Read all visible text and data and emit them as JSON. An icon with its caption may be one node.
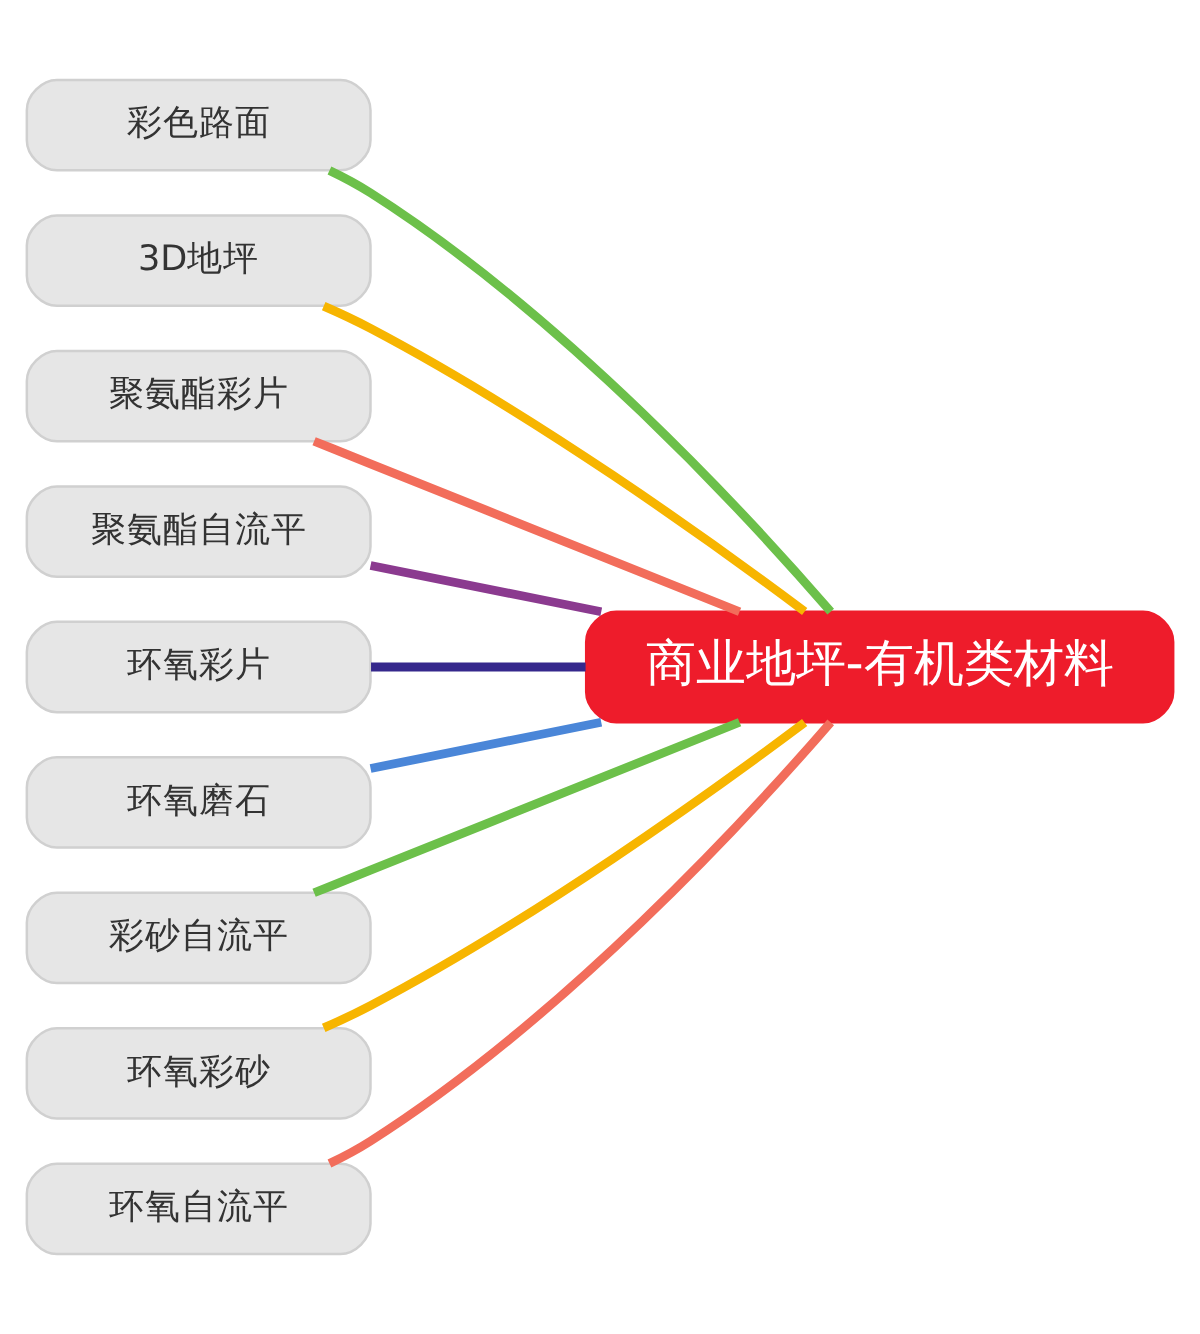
{
  "diagram": {
    "nodes": [
      {
        "text": [
          "商业地坪-有机类材料"
        ]
      },
      {
        "text": [
          "彩色路面"
        ]
      },
      {
        "text": [
          "3D地坪"
        ]
      },
      {
        "text": [
          "聚氨酯彩片"
        ]
      },
      {
        "text": [
          "聚氨酯自流平"
        ]
      },
      {
        "text": [
          "环氧彩片"
        ]
      },
      {
        "text": [
          "环氧磨石"
        ]
      },
      {
        "text": [
          "彩砂自流平"
        ]
      },
      {
        "text": [
          "环氧彩砂"
        ]
      },
      {
        "text": [
          "环氧自流平"
        ]
      }
    ],
    "edges": [
      {
        "from": 0,
        "to": 1,
        "arrow": "none",
        "color": "#6cc04a"
      },
      {
        "from": 0,
        "to": 2,
        "arrow": "none",
        "color": "#f7b500"
      },
      {
        "from": 0,
        "to": 3,
        "arrow": "none",
        "color": "#f26d5b"
      },
      {
        "from": 0,
        "to": 4,
        "arrow": "none",
        "color": "#8b3a8f"
      },
      {
        "from": 0,
        "to": 5,
        "arrow": "none",
        "color": "#35288c"
      },
      {
        "from": 0,
        "to": 6,
        "arrow": "none",
        "color": "#4a86d8"
      },
      {
        "from": 0,
        "to": 7,
        "arrow": "none",
        "color": "#6cc04a"
      },
      {
        "from": 0,
        "to": 8,
        "arrow": "none",
        "color": "#f7b500"
      },
      {
        "from": 0,
        "to": 9,
        "arrow": "none",
        "color": "#f26d5b"
      }
    ]
  }
}
